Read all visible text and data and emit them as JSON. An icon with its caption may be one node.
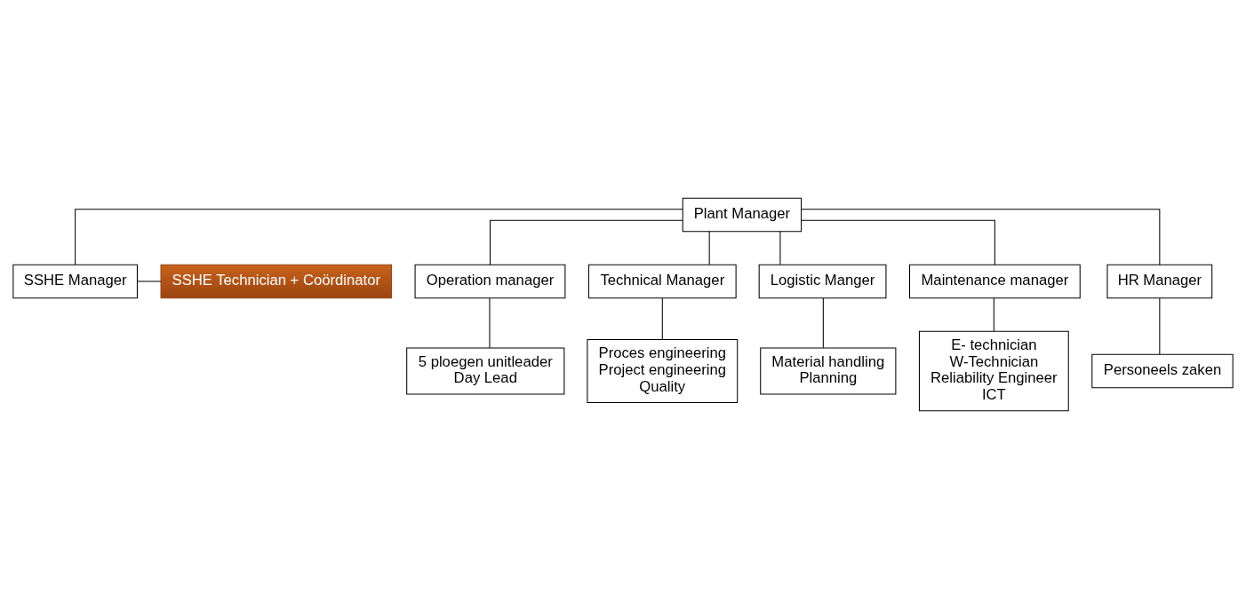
{
  "diagram": {
    "nodes": [
      {
        "text": [
          "Plant Manager"
        ]
      },
      {
        "text": [
          "SSHE Manager"
        ]
      },
      {
        "text": [
          "SSHE Technician + Coördinator"
        ]
      },
      {
        "text": [
          "Operation manager"
        ]
      },
      {
        "text": [
          "Technical Manager"
        ]
      },
      {
        "text": [
          "Logistic Manger"
        ]
      },
      {
        "text": [
          "Maintenance manager"
        ]
      },
      {
        "text": [
          "HR Manager"
        ]
      },
      {
        "text": [
          "5 ploegen unitleader",
          "Day Lead"
        ]
      },
      {
        "text": [
          "Proces engineering",
          "Project engineering",
          "Quality"
        ]
      },
      {
        "text": [
          "Material handling",
          "Planning"
        ]
      },
      {
        "text": [
          "E- technician",
          "W-Technician",
          "Reliability Engineer",
          "ICT"
        ]
      },
      {
        "text": [
          "Personeels zaken"
        ]
      }
    ],
    "edges": [
      {
        "from": 0,
        "to": 1,
        "arrow": "none"
      },
      {
        "from": 1,
        "to": 2,
        "arrow": "none"
      },
      {
        "from": 0,
        "to": 3,
        "arrow": "none"
      },
      {
        "from": 0,
        "to": 4,
        "arrow": "none"
      },
      {
        "from": 0,
        "to": 5,
        "arrow": "none"
      },
      {
        "from": 0,
        "to": 6,
        "arrow": "none"
      },
      {
        "from": 0,
        "to": 7,
        "arrow": "none"
      },
      {
        "from": 3,
        "to": 8,
        "arrow": "none"
      },
      {
        "from": 4,
        "to": 9,
        "arrow": "none"
      },
      {
        "from": 5,
        "to": 10,
        "arrow": "none"
      },
      {
        "from": 6,
        "to": 11,
        "arrow": "none"
      },
      {
        "from": 7,
        "to": 12,
        "arrow": "none"
      }
    ]
  }
}
